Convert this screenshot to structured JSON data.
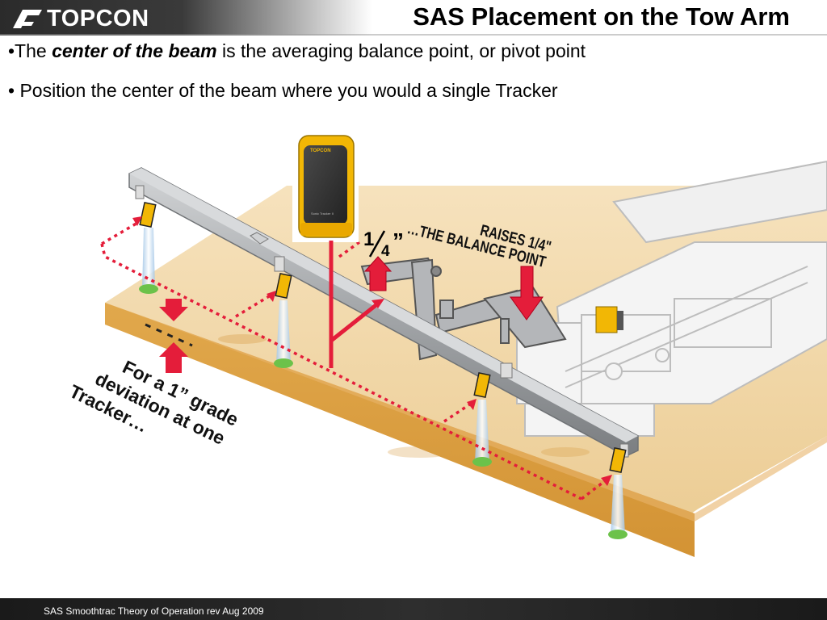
{
  "header": {
    "logo_text": "TOPCON",
    "title": "SAS Placement on the Tow Arm"
  },
  "bullets": {
    "line1_prefix": "•The ",
    "line1_emph": "center of the beam",
    "line1_suffix": " is the averaging balance point, or pivot point",
    "line2": "• Position the center of the beam where you would a single Tracker"
  },
  "figure": {
    "fraction_numerator": "1",
    "fraction_denominator": "4",
    "fraction_mark": "”",
    "sensor_logo": "TOPCON",
    "sensor_model": "Sonic Tracker II",
    "callout_right_line1": "…THE BALANCE POINT",
    "callout_right_line2": "RAISES 1/4\"",
    "callout_left_line1": "For a 1” grade",
    "callout_left_line2": "deviation at one",
    "callout_left_line3": "Tracker…",
    "colors": {
      "accent_red": "#e41d3a",
      "dirt": "#e8b86a",
      "beam": "#a9abae",
      "tracker_yellow": "#f2b705"
    }
  },
  "footer": {
    "text": "SAS Smoothtrac Theory of Operation rev Aug 2009"
  }
}
